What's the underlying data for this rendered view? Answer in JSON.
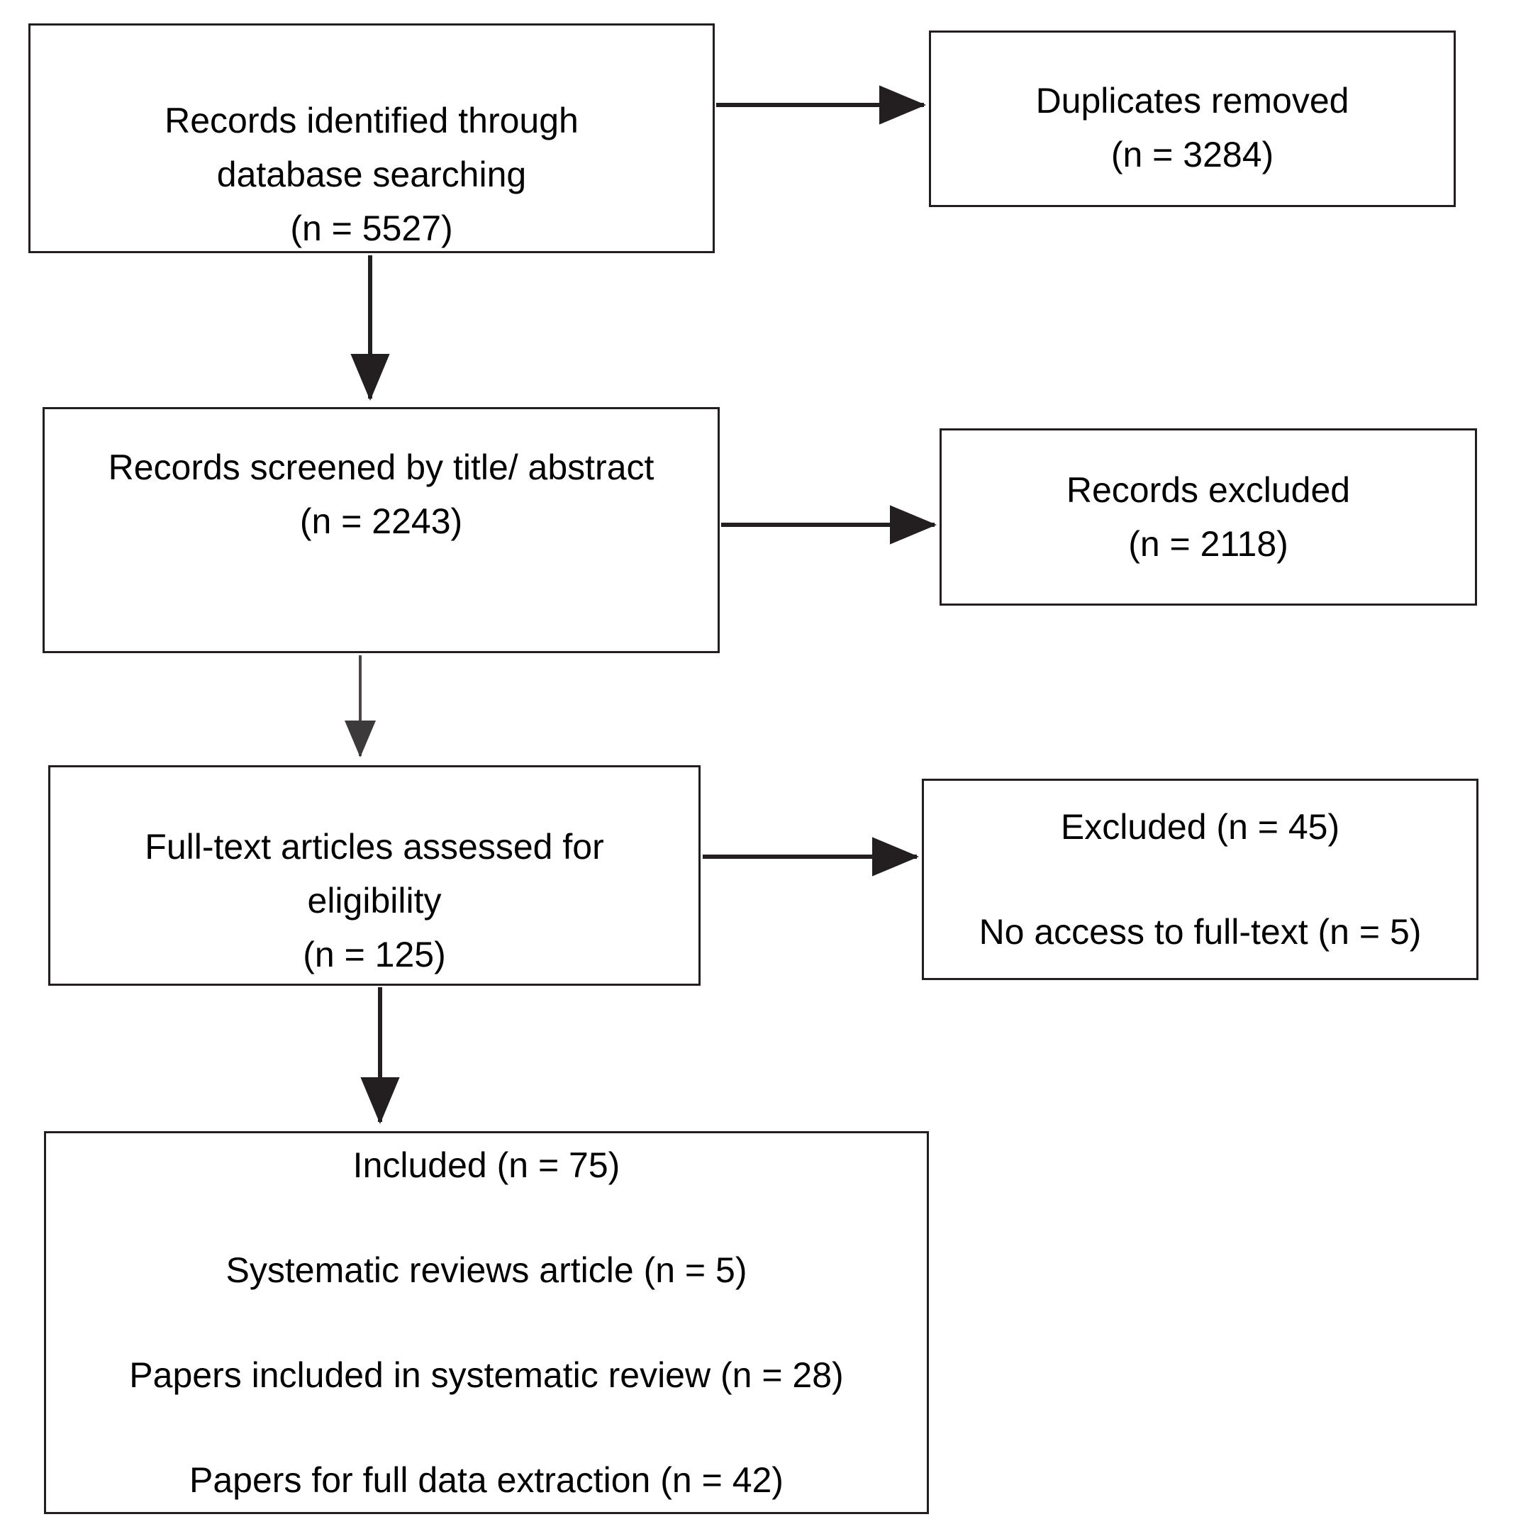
{
  "diagram": {
    "title": "PRISMA study selection flow diagram",
    "type": "flowchart",
    "stroke_color": "#231f20",
    "background_color": "#ffffff",
    "nodes": [
      {
        "id": "identified",
        "name": "records-identified-box",
        "lines": [
          "Records identified through",
          "database searching",
          "(n = 5527)"
        ]
      },
      {
        "id": "duplicates",
        "name": "duplicates-removed-box",
        "lines": [
          "Duplicates removed",
          "(n = 3284)"
        ]
      },
      {
        "id": "screened",
        "name": "records-screened-box",
        "lines": [
          "Records screened by title/ abstract",
          "(n = 2243)"
        ]
      },
      {
        "id": "excluded",
        "name": "records-excluded-box",
        "lines": [
          "Records excluded",
          "(n = 2118)"
        ]
      },
      {
        "id": "fulltext",
        "name": "full-text-assessed-box",
        "lines": [
          "Full-text articles assessed for",
          "eligibility",
          "(n = 125)"
        ]
      },
      {
        "id": "fulltext-excluded",
        "name": "full-text-excluded-box",
        "lines": [
          "Excluded (n = 45)",
          "No access to full-text (n = 5)"
        ]
      },
      {
        "id": "included",
        "name": "included-box",
        "lines": [
          "Included (n = 75)",
          "Systematic reviews article (n = 5)",
          "Papers included in systematic review (n = 28)",
          "Papers for full data extraction (n = 42)"
        ]
      }
    ],
    "edges": [
      {
        "id": "e1",
        "name": "arrow-identified-to-duplicates",
        "from": "identified",
        "to": "duplicates",
        "direction": "right"
      },
      {
        "id": "e2",
        "name": "arrow-identified-to-screened",
        "from": "identified",
        "to": "screened",
        "direction": "down"
      },
      {
        "id": "e3",
        "name": "arrow-screened-to-excluded",
        "from": "screened",
        "to": "excluded",
        "direction": "right"
      },
      {
        "id": "e4",
        "name": "arrow-screened-to-fulltext",
        "from": "screened",
        "to": "fulltext",
        "direction": "down"
      },
      {
        "id": "e5",
        "name": "arrow-fulltext-to-excluded",
        "from": "fulltext",
        "to": "fulltext-excluded",
        "direction": "right"
      },
      {
        "id": "e6",
        "name": "arrow-fulltext-to-included",
        "from": "fulltext",
        "to": "included",
        "direction": "down"
      }
    ],
    "counts": {
      "identified": 5527,
      "duplicates_removed": 3284,
      "screened": 2243,
      "records_excluded": 2118,
      "full_text_assessed": 125,
      "full_text_excluded": 45,
      "no_access_full_text": 5,
      "included": 75,
      "systematic_reviews_article": 5,
      "papers_included_systematic_review": 28,
      "papers_full_data_extraction": 42
    }
  }
}
